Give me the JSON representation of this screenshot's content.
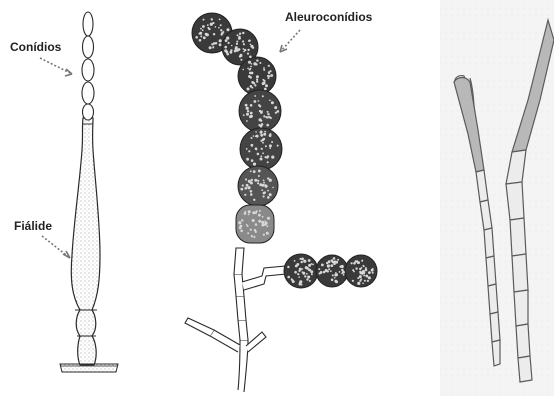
{
  "labels": {
    "conidios": "Conídios",
    "fialide": "Fiálide",
    "aleuroconidios": "Aleuroconídios"
  },
  "colors": {
    "outline": "#2a2a2a",
    "stipple": "#8a8a8a",
    "dark_spore": "#3a3a3a",
    "spore_speckle": "#d8d8d8",
    "photo_background": "#f3f3f3",
    "photo_hypha": "#6a6a6a"
  },
  "panels": [
    {
      "id": "phialide-drawing"
    },
    {
      "id": "aleuroconidia-drawing"
    },
    {
      "id": "micrograph-hyphae"
    }
  ]
}
